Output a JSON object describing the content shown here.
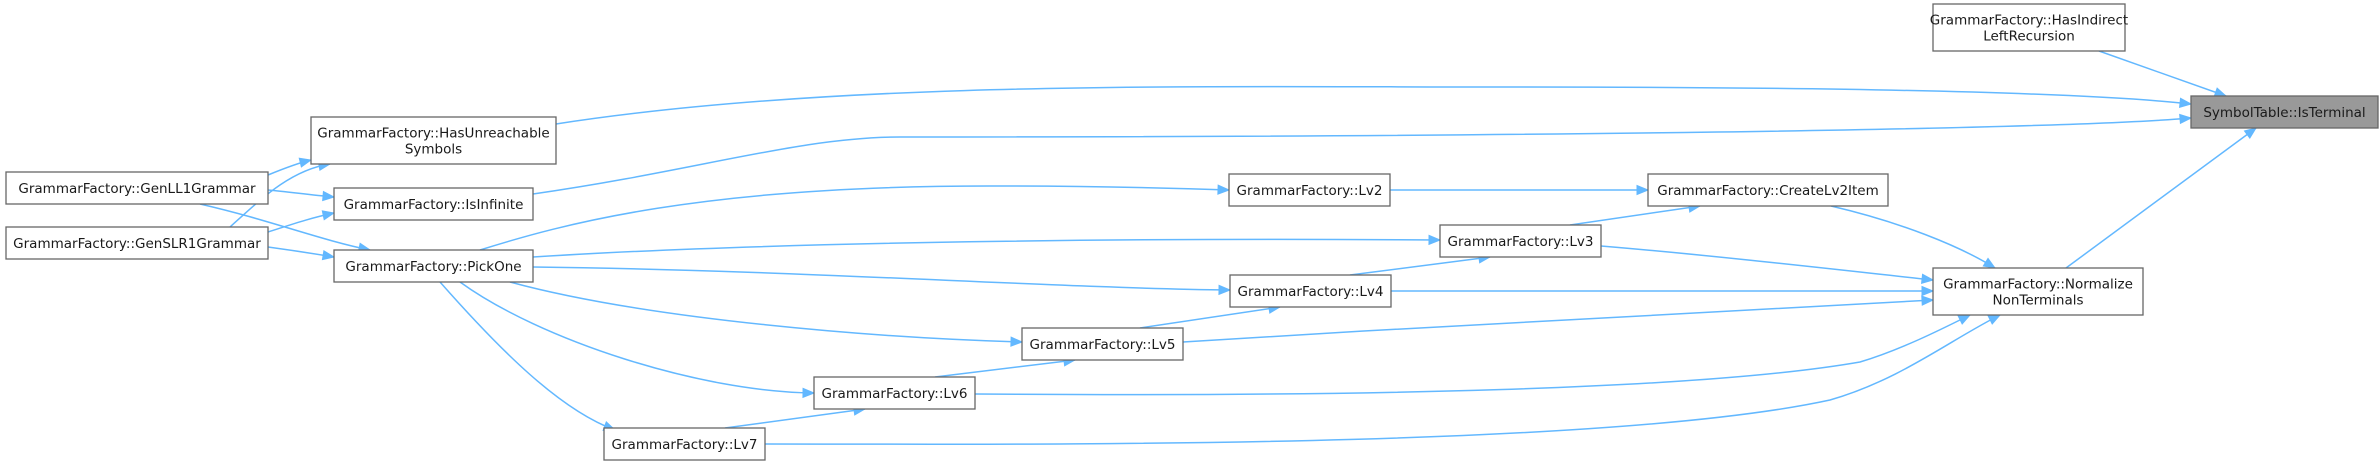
{
  "diagram": {
    "type": "call-graph",
    "nodes": [
      {
        "id": "is_terminal",
        "lines": [
          "SymbolTable::IsTerminal"
        ],
        "highlight": true
      },
      {
        "id": "has_indirect",
        "lines": [
          "GrammarFactory::HasIndirect",
          "LeftRecursion"
        ]
      },
      {
        "id": "normalize",
        "lines": [
          "GrammarFactory::Normalize",
          "NonTerminals"
        ]
      },
      {
        "id": "has_unreachable",
        "lines": [
          "GrammarFactory::HasUnreachable",
          "Symbols"
        ]
      },
      {
        "id": "is_infinite",
        "lines": [
          "GrammarFactory::IsInfinite"
        ]
      },
      {
        "id": "create_lv2item",
        "lines": [
          "GrammarFactory::CreateLv2Item"
        ]
      },
      {
        "id": "gen_ll1",
        "lines": [
          "GrammarFactory::GenLL1Grammar"
        ]
      },
      {
        "id": "gen_slr1",
        "lines": [
          "GrammarFactory::GenSLR1Grammar"
        ]
      },
      {
        "id": "lv2",
        "lines": [
          "GrammarFactory::Lv2"
        ]
      },
      {
        "id": "lv3",
        "lines": [
          "GrammarFactory::Lv3"
        ]
      },
      {
        "id": "lv4",
        "lines": [
          "GrammarFactory::Lv4"
        ]
      },
      {
        "id": "lv5",
        "lines": [
          "GrammarFactory::Lv5"
        ]
      },
      {
        "id": "lv6",
        "lines": [
          "GrammarFactory::Lv6"
        ]
      },
      {
        "id": "lv7",
        "lines": [
          "GrammarFactory::Lv7"
        ]
      },
      {
        "id": "pick_one",
        "lines": [
          "GrammarFactory::PickOne"
        ]
      }
    ],
    "edges": [
      {
        "from": "has_indirect",
        "to": "is_terminal"
      },
      {
        "from": "has_unreachable",
        "to": "is_terminal"
      },
      {
        "from": "is_infinite",
        "to": "is_terminal"
      },
      {
        "from": "normalize",
        "to": "is_terminal"
      },
      {
        "from": "create_lv2item",
        "to": "normalize"
      },
      {
        "from": "lv3",
        "to": "normalize"
      },
      {
        "from": "lv4",
        "to": "normalize"
      },
      {
        "from": "lv5",
        "to": "normalize"
      },
      {
        "from": "lv6",
        "to": "normalize"
      },
      {
        "from": "lv7",
        "to": "normalize"
      },
      {
        "from": "lv2",
        "to": "create_lv2item"
      },
      {
        "from": "lv3",
        "to": "create_lv2item"
      },
      {
        "from": "lv4",
        "to": "lv3"
      },
      {
        "from": "lv5",
        "to": "lv4"
      },
      {
        "from": "lv6",
        "to": "lv5"
      },
      {
        "from": "lv7",
        "to": "lv6"
      },
      {
        "from": "pick_one",
        "to": "lv2"
      },
      {
        "from": "pick_one",
        "to": "lv3"
      },
      {
        "from": "pick_one",
        "to": "lv4"
      },
      {
        "from": "pick_one",
        "to": "lv5"
      },
      {
        "from": "pick_one",
        "to": "lv6"
      },
      {
        "from": "pick_one",
        "to": "lv7"
      },
      {
        "from": "gen_ll1",
        "to": "has_unreachable"
      },
      {
        "from": "gen_ll1",
        "to": "is_infinite"
      },
      {
        "from": "gen_ll1",
        "to": "pick_one"
      },
      {
        "from": "gen_slr1",
        "to": "has_unreachable"
      },
      {
        "from": "gen_slr1",
        "to": "is_infinite"
      },
      {
        "from": "gen_slr1",
        "to": "pick_one"
      }
    ],
    "colors": {
      "edge": "#63b8ff",
      "node_border": "#666666",
      "highlight_fill": "#999999"
    }
  }
}
